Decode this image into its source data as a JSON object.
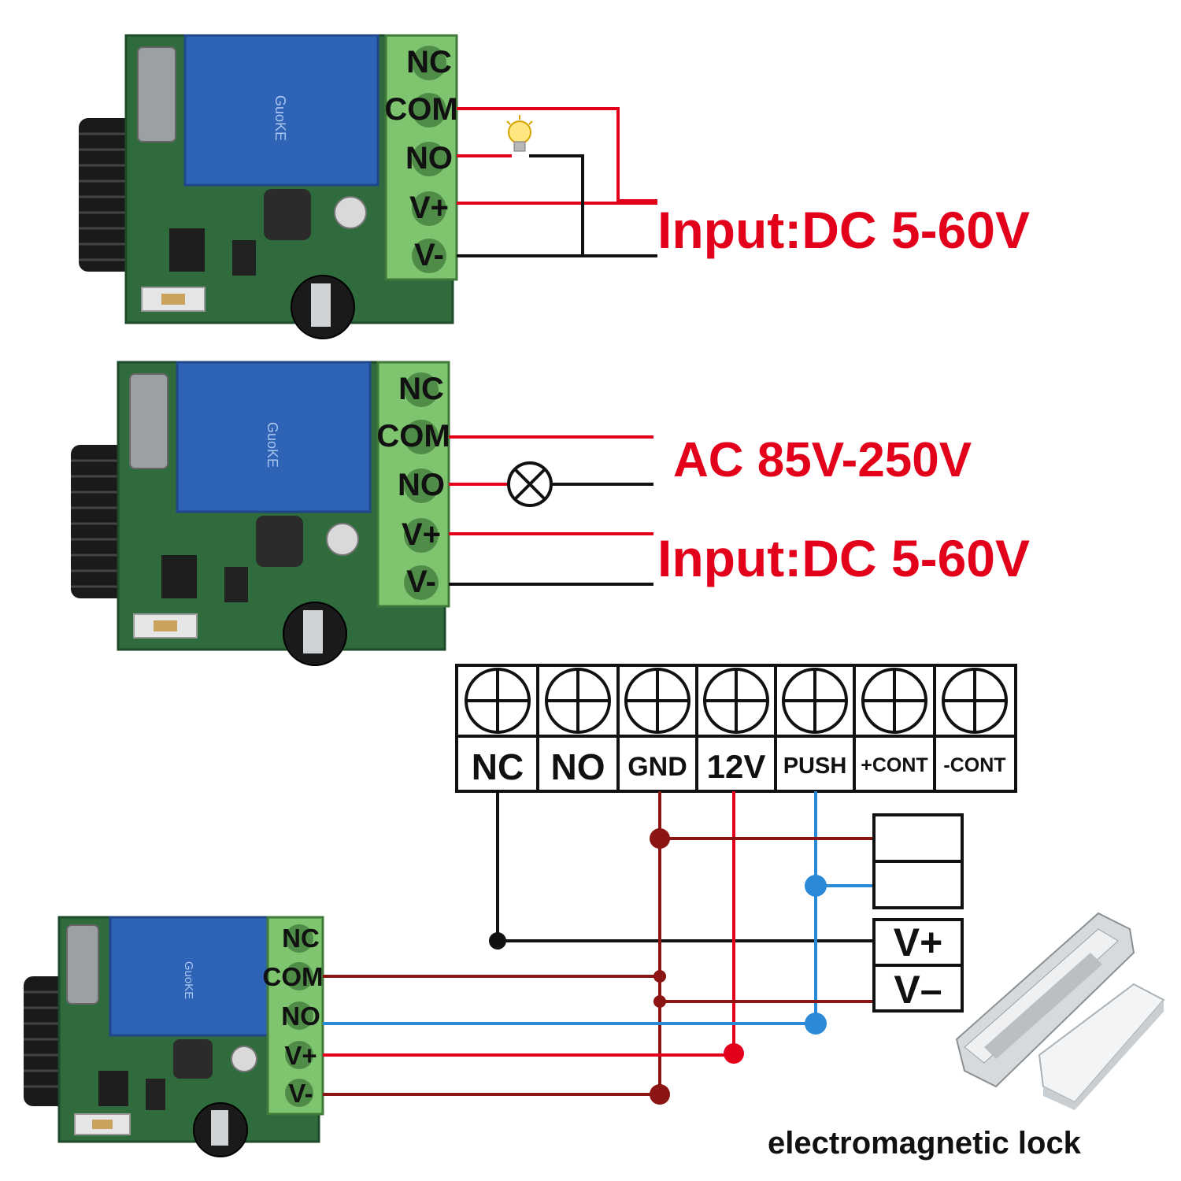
{
  "colors": {
    "red": "#e3001b",
    "dark_red": "#8b1512",
    "blue": "#2a8ad8",
    "black": "#111111",
    "pcb_green": "#2f6b3d",
    "relay_blue": "#2e63b5",
    "terminal_green": "#7fc46f"
  },
  "module_terminals": [
    "NC",
    "COM",
    "NO",
    "V+",
    "V-"
  ],
  "diagram1": {
    "input_label": "Input:DC 5-60V",
    "load_icon": "light-bulb-icon"
  },
  "diagram2": {
    "ac_label": "AC 85V-250V",
    "input_label": "Input:DC 5-60V",
    "load_icon": "lamp-symbol-icon"
  },
  "controller_block": {
    "terminals": [
      "NC",
      "NO",
      "GND",
      "12V",
      "PUSH",
      "+CONT",
      "-CONT"
    ]
  },
  "lock": {
    "terminals": [
      "V+",
      "V–"
    ],
    "caption": "electromagnetic lock"
  }
}
